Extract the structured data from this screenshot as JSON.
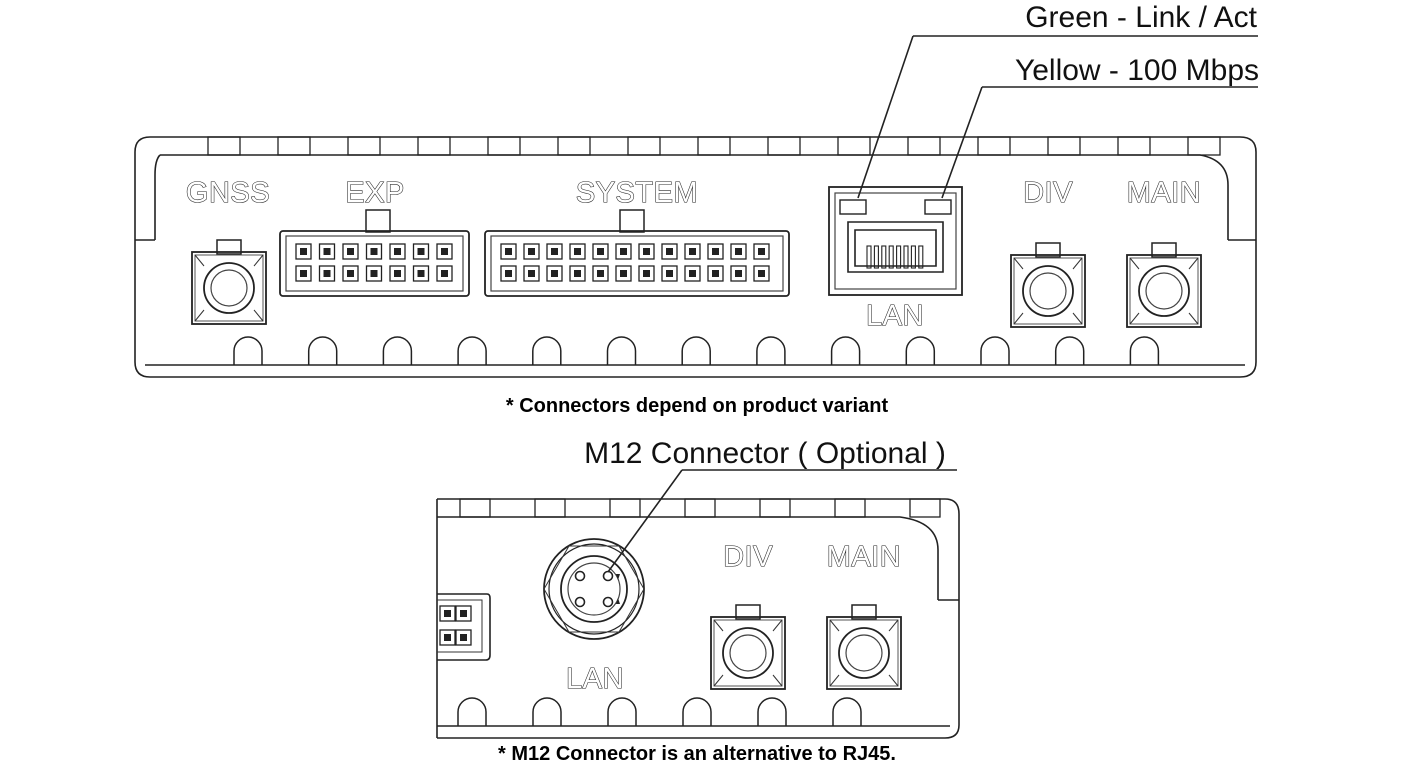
{
  "top_panel": {
    "callouts": {
      "green": "Green - Link / Act",
      "yellow": "Yellow - 100 Mbps"
    },
    "labels": {
      "gnss": "GNSS",
      "exp": "EXP",
      "system": "SYSTEM",
      "lan": "LAN",
      "div": "DIV",
      "main": "MAIN"
    },
    "note": "* Connectors depend on product variant"
  },
  "bottom_panel": {
    "callout": "M12 Connector ( Optional )",
    "labels": {
      "lan": "LAN",
      "div": "DIV",
      "main": "MAIN"
    },
    "note": "* M12 Connector is an alternative to RJ45."
  }
}
